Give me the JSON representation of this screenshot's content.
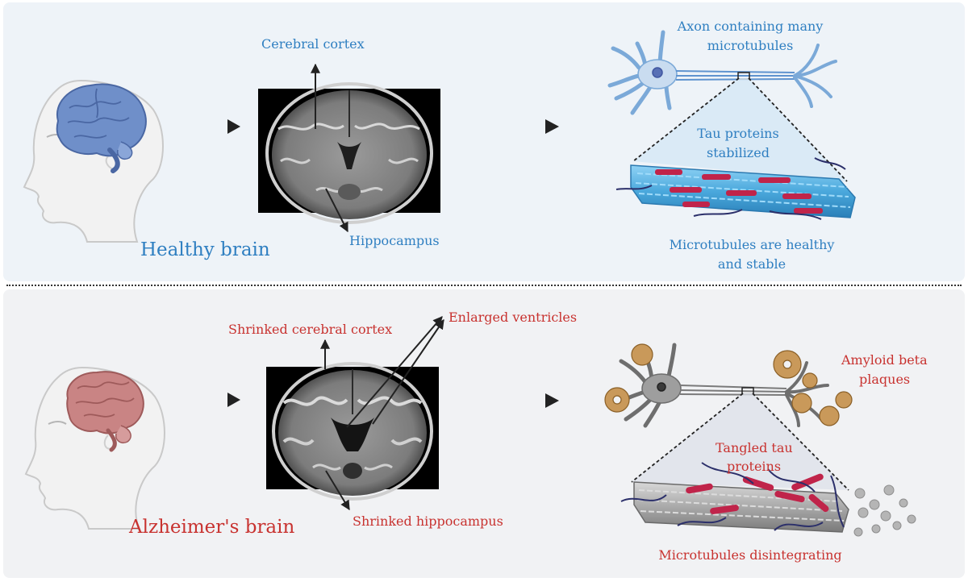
{
  "healthy": {
    "title": "Healthy brain",
    "cortex_label": "Cerebral cortex",
    "hippocampus_label": "Hippocampus",
    "axon_label_line1": "Axon containing many",
    "axon_label_line2": "microtubules",
    "tau_label_line1": "Tau proteins",
    "tau_label_line2": "stabilized",
    "microtubule_label_line1": "Microtubules are healthy",
    "microtubule_label_line2": "and stable"
  },
  "alzheimers": {
    "title": "Alzheimer's brain",
    "cortex_label": "Shrinked cerebral cortex",
    "ventricles_label": "Enlarged ventricles",
    "hippocampus_label": "Shrinked hippocampus",
    "amyloid_label_line1": "Amyloid beta",
    "amyloid_label_line2": "plaques",
    "tau_label_line1": "Tangled tau",
    "tau_label_line2": "proteins",
    "microtubule_label": "Microtubules disintegrating"
  },
  "colors": {
    "healthy_accent": "#2f7fc1",
    "alzheimers_accent": "#c8322f",
    "healthy_brain": "#6f8fc9",
    "alzheimers_brain": "#c98484",
    "tau": "#c0244a",
    "healthy_microtubule": "#5fb6e6",
    "alzheimers_microtubule": "#a8a8a8"
  }
}
